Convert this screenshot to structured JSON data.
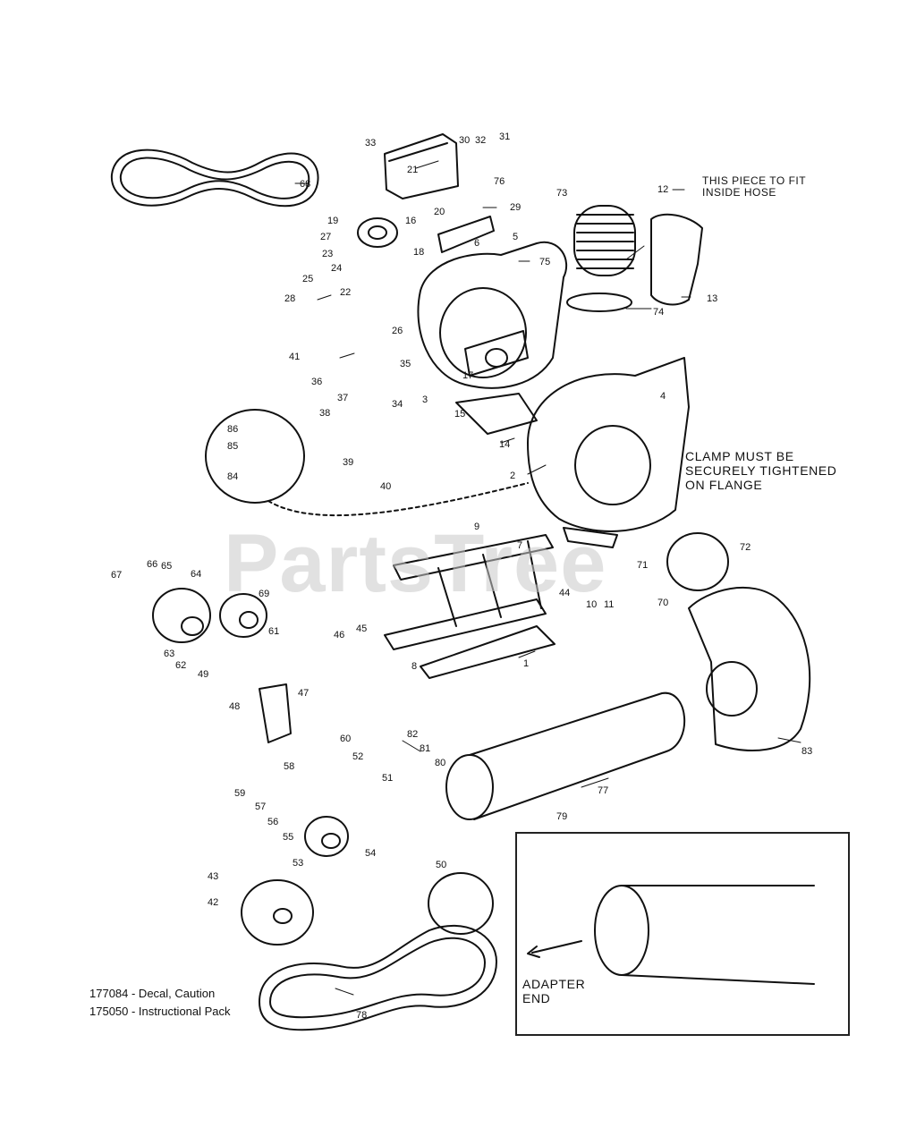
{
  "watermark": "PartsTree",
  "notes": {
    "hose_note_line1": "THIS PIECE TO FIT",
    "hose_note_line2": "INSIDE HOSE",
    "clamp_note_line1": "CLAMP MUST BE",
    "clamp_note_line2": "SECURELY TIGHTENED",
    "clamp_note_line3": "ON FLANGE",
    "adapter_note_line1": "ADAPTER",
    "adapter_note_line2": "END"
  },
  "legend": [
    "177084 - Decal, Caution",
    "175050 - Instructional Pack"
  ],
  "part_numbers": [
    "1",
    "2",
    "3",
    "4",
    "5",
    "6",
    "7",
    "8",
    "9",
    "10",
    "11",
    "12",
    "13",
    "14",
    "15",
    "16",
    "17",
    "18",
    "19",
    "20",
    "21",
    "22",
    "23",
    "24",
    "25",
    "26",
    "27",
    "28",
    "29",
    "30",
    "31",
    "32",
    "33",
    "34",
    "35",
    "36",
    "37",
    "38",
    "39",
    "40",
    "41",
    "42",
    "43",
    "44",
    "45",
    "46",
    "47",
    "48",
    "49",
    "50",
    "51",
    "52",
    "53",
    "54",
    "55",
    "56",
    "57",
    "58",
    "59",
    "60",
    "61",
    "62",
    "63",
    "64",
    "65",
    "66",
    "67",
    "68",
    "69",
    "70",
    "71",
    "72",
    "73",
    "74",
    "75",
    "76",
    "77",
    "78",
    "79",
    "80",
    "81",
    "82",
    "83",
    "84",
    "85",
    "86"
  ]
}
